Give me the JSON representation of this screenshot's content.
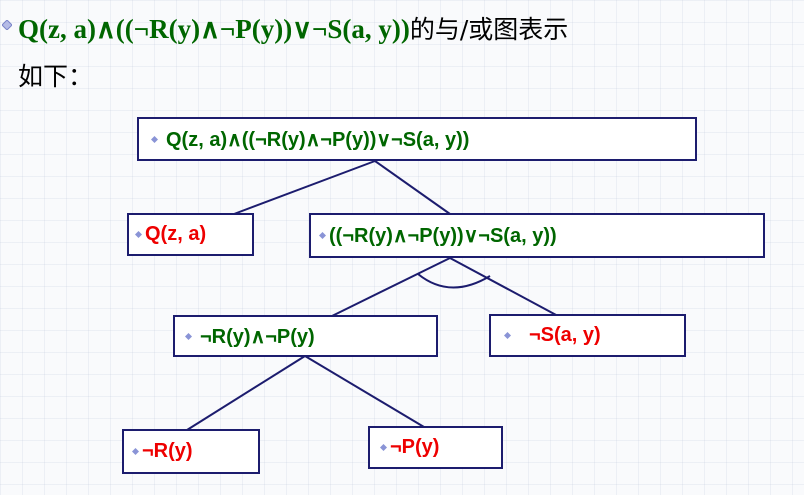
{
  "title": {
    "formula": "Q(z, a)∧((¬R(y)∧¬P(y))∨¬S(a, y))",
    "caption_tail": "的与/或图表示",
    "caption_line2": "如下："
  },
  "tree": {
    "root": {
      "label": "Q(z, a)∧((¬R(y)∧¬P(y))∨¬S(a, y))"
    },
    "left_child": {
      "label": "Q(z, a)"
    },
    "right_child": {
      "label": "((¬R(y)∧¬P(y))∨¬S(a, y))"
    },
    "and_node": {
      "label": "¬R(y)∧¬P(y)"
    },
    "neg_s": {
      "label": "¬S(a, y)"
    },
    "neg_r": {
      "label": "¬R(y)"
    },
    "neg_p": {
      "label": "¬P(y)"
    }
  },
  "colors": {
    "title_green": "#006600",
    "node_green": "#006600",
    "node_red": "#ee0000",
    "border": "#1c1c6e",
    "bullet": "#8a94d6"
  },
  "icons": {
    "title_bullet": "diamond-bullet-icon",
    "node_bullet": "diamond-bullet-icon"
  }
}
